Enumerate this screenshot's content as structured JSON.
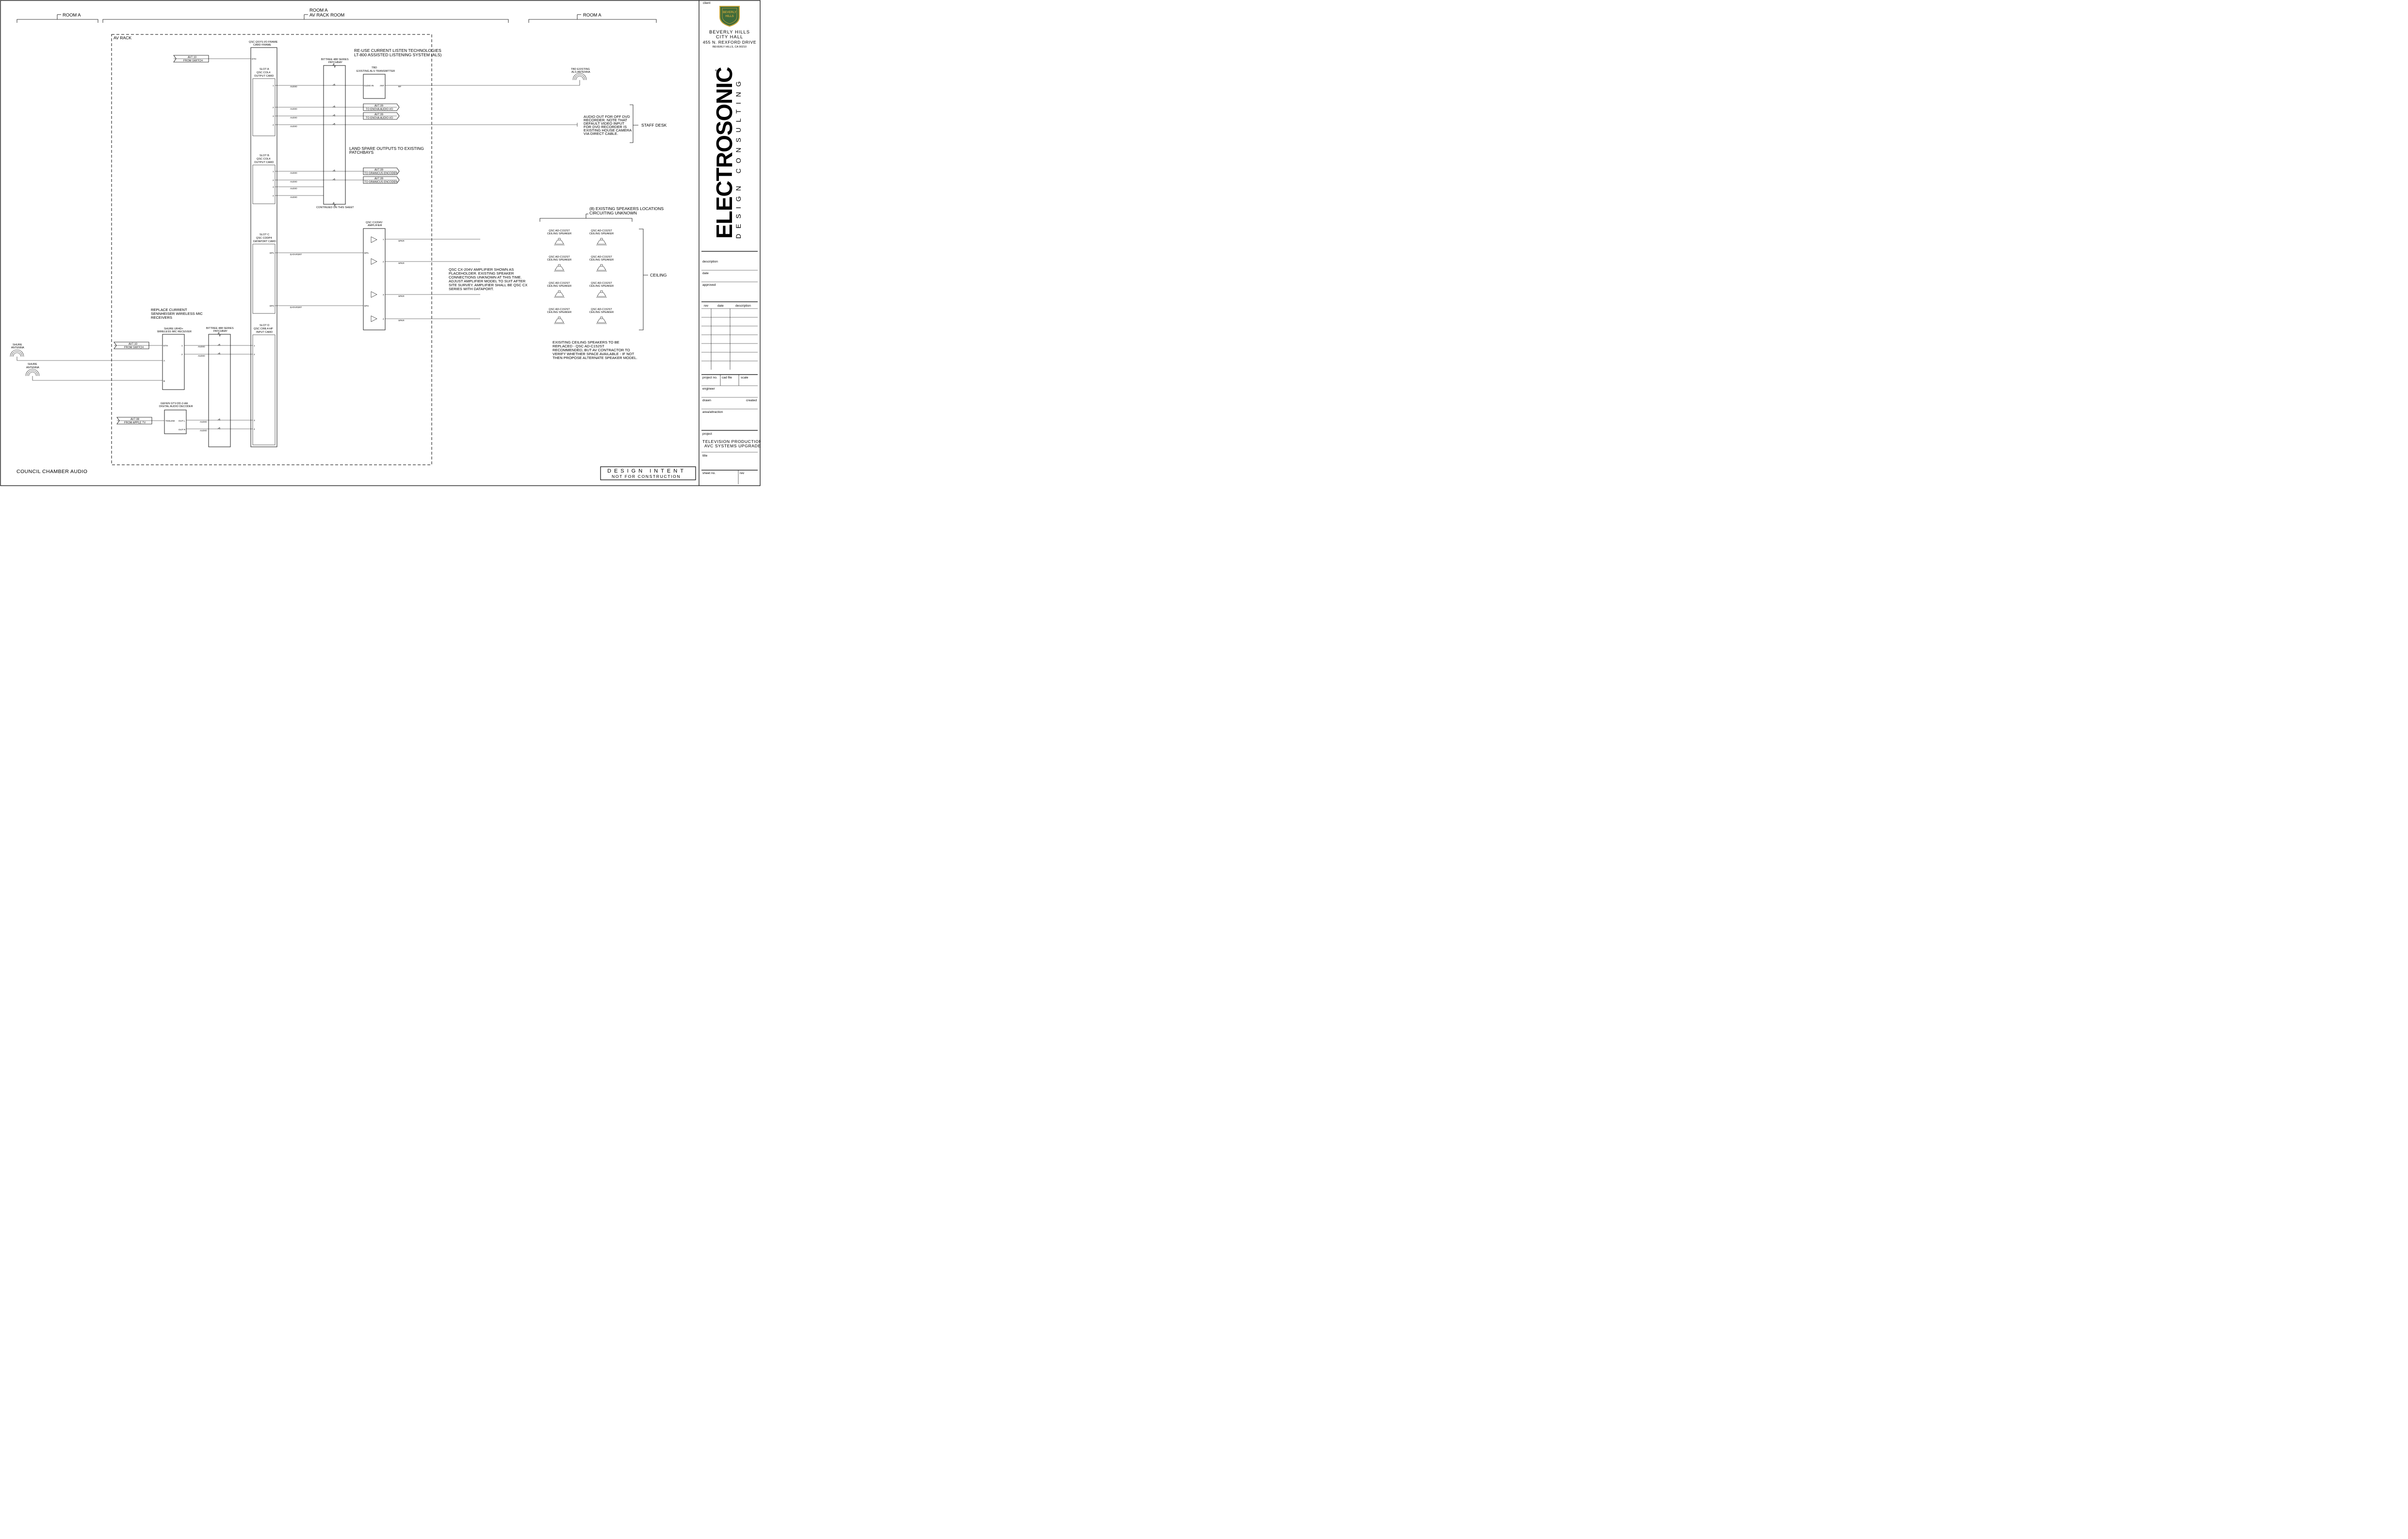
{
  "header": {
    "room_left": "ROOM A",
    "room_center": "ROOM A",
    "room_center_sub": "AV RACK ROOM",
    "room_right": "ROOM A"
  },
  "rack": {
    "label": "AV RACK",
    "frame_title": "QSC QSYS I/O FRAME",
    "frame_sub": "CARD FRAME",
    "eth_port": "ETH",
    "slot_a": [
      "SLOT A",
      "QSC COL4",
      "OUTPUT CARD"
    ],
    "slot_b": [
      "SLOT B",
      "QSC COL4",
      "OUTPUT CARD"
    ],
    "slot_c": [
      "SLOT C",
      "QSC CDDP4",
      "DATAPORT CARD"
    ],
    "slot_d": [
      "SLOT D",
      "QSC CIML4-HP",
      "INPUT CARD"
    ],
    "patchbay_title": "BITTREE 488 SERIES",
    "patchbay_sub": "PATCHBAY",
    "patchbay_continued": "CONTINUED ON THIS SHEET"
  },
  "switch_tags": {
    "top": {
      "ref": "AV7.10",
      "desc": "FROM SWITCH"
    },
    "mic": {
      "ref": "AV7.10",
      "desc": "FROM SWITCH"
    },
    "apple": {
      "ref": "AV7.08",
      "desc": "FROM APPLE TV"
    }
  },
  "notes": {
    "reuse_1": "RE-USE CURRENT LISTEN TECHNOLOGIES",
    "reuse_2": "LT-800 ASSISTED LISTENING SYSTEM (ALS)",
    "land_1": "LAND SPARE OUTPUTS TO EXISTING",
    "land_2": "PATCHBAYS",
    "replace_1": "REPLACE CURRENT",
    "replace_2": "SENNHEISER WIRELESS MIC",
    "replace_3": "RECEIVERS",
    "dvd": [
      "AUDIO OUT FOR OFF DVD",
      "RECORDER. NOTE THAT",
      "DEFAULT VIDEO INPUT",
      "FOR DVD RECORDER IS",
      "EXISTING HOUSE CAMERA",
      "VIA DIRECT CABLE."
    ],
    "amp": [
      "QSC CX-204V AMPLIFIER SHOWN AS",
      "PLACEHOLDER. EXISTING SPEAKER",
      "CONNECTIONS UNKNOWN AT THIS TIME.",
      "ADJUST AMPLIFIER MODEL TO SUIT AFTER",
      "SITE SURVEY. AMPLIFIER SHALL BE QSC CX",
      "SERIES WITH DATAPORT."
    ],
    "ceiling_repl": [
      "EXISITING CEILING SPEAKERS TO BE",
      "REPLACED - QSC AD-C152ST",
      "RECOMMENDED, BUT AV CONTRACTOR TO",
      "VERIFY WHETHER SPACE AVAILABLE - IF NOT",
      "THEN PROPOSE ALTERNATE SPEAKER MODEL."
    ]
  },
  "devices": {
    "als_tbd": "TBD",
    "als_title": "EXISTING ALS TRANSMITTER",
    "als_in": "AUDIO IN",
    "als_ant": "ANT",
    "als_rf": "RF",
    "antenna_tbd_1": "TBD EXISTING",
    "antenna_tbd_2": "ALS ANTENNA",
    "amp_title_1": "QSC CX204V",
    "amp_title_2": "AMPLIFIER",
    "shure_title_1": "SHURE UR4D+",
    "shure_title_2": "WIRELESS MIC RECEIVER",
    "shure_antenna_1": "SHURE",
    "shure_antenna_2": "ANTENNA",
    "gefen_title_1": "GEFEN GTV-DD-2-AA",
    "gefen_title_2": "DIGITAL AUDIO DECODER",
    "toslink": "TOSLINK",
    "out_l": "OUT L",
    "out_r": "OUT R"
  },
  "tags": {
    "enova": {
      "ref": "AV7.09",
      "desc": "TO ENOVA AUDIO I/O"
    },
    "granicus": {
      "ref": "AV7.09",
      "desc": "TO GRANICUS ENCODER"
    }
  },
  "signals": {
    "audio": "AUDIO",
    "dataport": "DATAPORT",
    "spkr": "SPKR",
    "dp1": "DP1",
    "dp2": "DP2",
    "a": "A",
    "b": "B"
  },
  "speakers": {
    "heading_1": "(8) EXISTING SPEAKERS LOCATIONS",
    "heading_2": "CIRCUITING UNKNOWN",
    "model": "QSC AD-C152ST",
    "type": "CEILING SPEAKER",
    "count": 8,
    "ceiling_label": "CEILING",
    "staff_desk": "STAFF DESK"
  },
  "footer": {
    "sheet_title": "COUNCIL CHAMBER AUDIO",
    "stamp_1": "DESIGN INTENT",
    "stamp_2": "NOT FOR CONSTRUCTION"
  },
  "title_block": {
    "client_label": "client",
    "seal_1": "BEVERLY",
    "seal_2": "HILLS",
    "client_name_1": "BEVERLY HILLS",
    "client_name_2": "CITY HALL",
    "address": "455 N. REXFORD DRIVE",
    "city": "BEVERLY HILLS, CA 90210",
    "brand": "ELECTROSONIC",
    "brand_sub": "DESIGN CONSULTING",
    "description": "description",
    "date": "date",
    "approved": "approved",
    "rev": "rev",
    "rev_date": "date",
    "rev_description": "description",
    "project_no": "project no.",
    "cad_file": "cad file",
    "scale": "scale",
    "engineer": "engineer",
    "drawn": "drawn",
    "created": "created",
    "area": "area/attraction",
    "project_label": "project",
    "project_1": "TELEVISION PRODUCTION",
    "project_2": "AVC SYSTEMS UPGRADE",
    "title_label": "title",
    "sheet_no": "sheet no.",
    "sheet_rev": "rev"
  },
  "colors": {
    "ink": "#000000",
    "paper": "#ffffff",
    "seal_gold": "#c8a53a",
    "seal_green": "#3f6b3a"
  }
}
